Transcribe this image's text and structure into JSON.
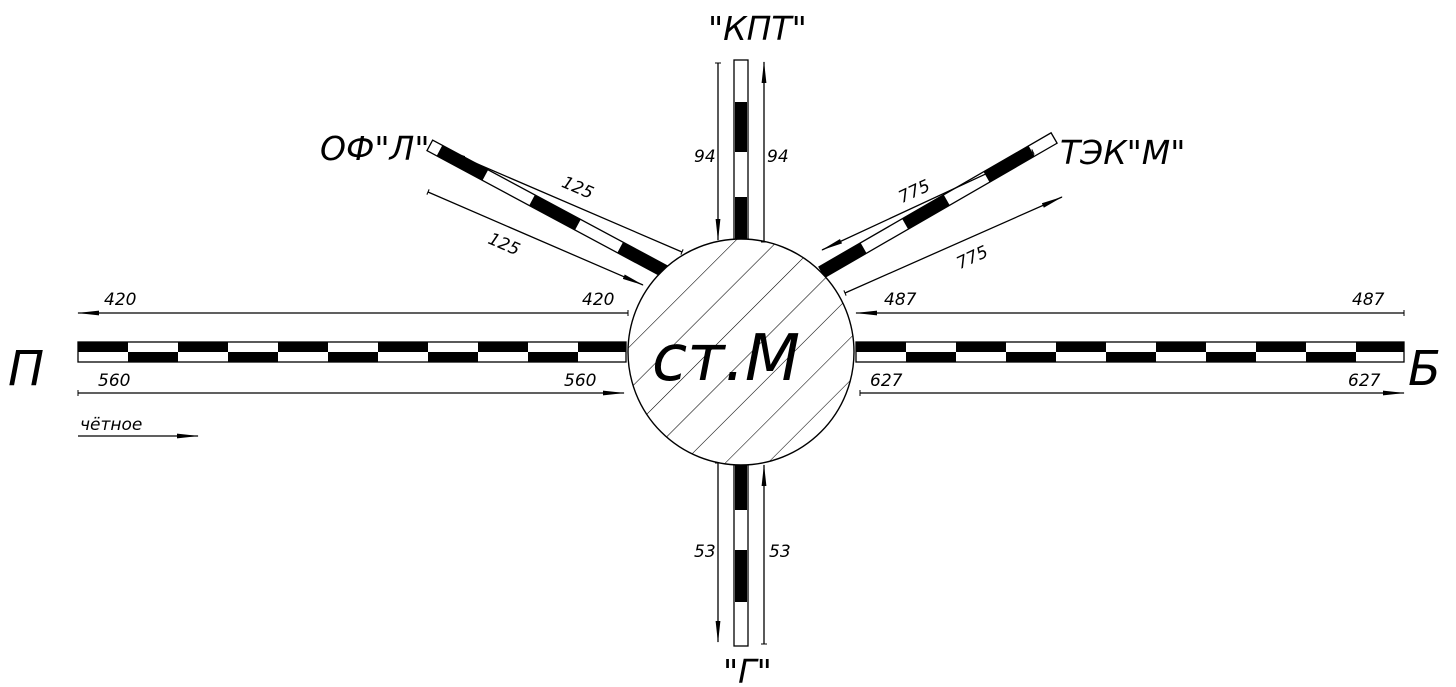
{
  "station": {
    "name": "ст.М"
  },
  "note": {
    "text": "чётное"
  },
  "directions": {
    "west": {
      "name": "П",
      "inbound": "420",
      "outbound": "560"
    },
    "east": {
      "name": "Б",
      "inbound": "487",
      "outbound": "627"
    },
    "north": {
      "name": "\"КПТ\"",
      "inbound": "94",
      "outbound": "94"
    },
    "south": {
      "name": "\"Г\"",
      "inbound": "53",
      "outbound": "53"
    },
    "nw": {
      "name": "ОФ\"Л\"",
      "inbound": "125",
      "outbound": "125"
    },
    "ne": {
      "name": "ТЭК\"М\"",
      "inbound": "775",
      "outbound": "775"
    }
  }
}
